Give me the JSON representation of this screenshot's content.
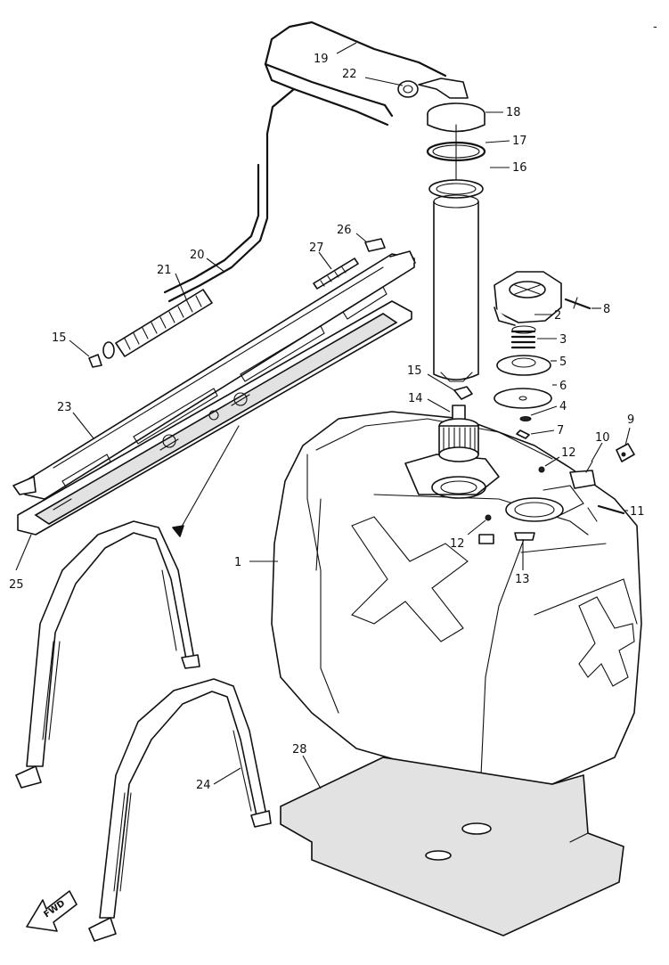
{
  "parts": [
    {
      "ref": "label-1",
      "text": "1"
    },
    {
      "ref": "label-2",
      "text": "2"
    },
    {
      "ref": "label-3",
      "text": "3"
    },
    {
      "ref": "label-4",
      "text": "4"
    },
    {
      "ref": "label-5",
      "text": "5"
    },
    {
      "ref": "label-6",
      "text": "6"
    },
    {
      "ref": "label-7",
      "text": "7"
    },
    {
      "ref": "label-8",
      "text": "8"
    },
    {
      "ref": "label-9",
      "text": "9"
    },
    {
      "ref": "label-10",
      "text": "10"
    },
    {
      "ref": "label-11",
      "text": "11"
    },
    {
      "ref": "label-12a",
      "text": "12"
    },
    {
      "ref": "label-12b",
      "text": "12"
    },
    {
      "ref": "label-13",
      "text": "13"
    },
    {
      "ref": "label-14",
      "text": "14"
    },
    {
      "ref": "label-15a",
      "text": "15"
    },
    {
      "ref": "label-15b",
      "text": "15"
    },
    {
      "ref": "label-16",
      "text": "16"
    },
    {
      "ref": "label-17",
      "text": "17"
    },
    {
      "ref": "label-18",
      "text": "18"
    },
    {
      "ref": "label-19",
      "text": "19"
    },
    {
      "ref": "label-20",
      "text": "20"
    },
    {
      "ref": "label-21",
      "text": "21"
    },
    {
      "ref": "label-22",
      "text": "22"
    },
    {
      "ref": "label-23",
      "text": "23"
    },
    {
      "ref": "label-24",
      "text": "24"
    },
    {
      "ref": "label-25",
      "text": "25"
    },
    {
      "ref": "label-26",
      "text": "26"
    },
    {
      "ref": "label-27",
      "text": "27"
    },
    {
      "ref": "label-28",
      "text": "28"
    }
  ],
  "direction_marker": {
    "text": "FWD"
  },
  "corner_mark": {
    "text": "-"
  }
}
